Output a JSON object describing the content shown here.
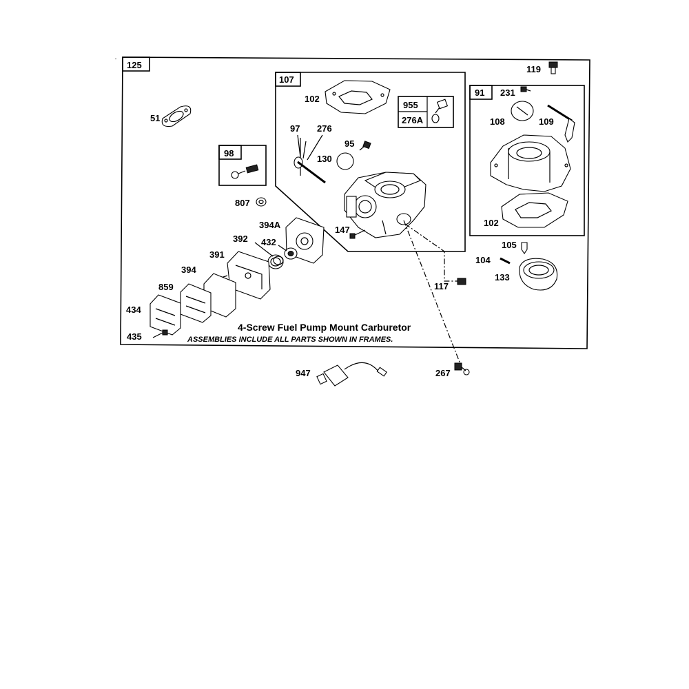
{
  "frames": {
    "outer": "125",
    "carb_body": "107",
    "kit_955": "955",
    "kit_276a": "276A",
    "upper_body": "91",
    "kit_98": "98"
  },
  "labels": {
    "p119": "119",
    "p51": "51",
    "p102a": "102",
    "p97": "97",
    "p276": "276",
    "p95": "95",
    "p130": "130",
    "p231": "231",
    "p108": "108",
    "p109": "109",
    "p102b": "102",
    "p807": "807",
    "p394a": "394A",
    "p392": "392",
    "p432": "432",
    "p391": "391",
    "p147": "147",
    "p394": "394",
    "p859": "859",
    "p434": "434",
    "p435": "435",
    "p105": "105",
    "p104": "104",
    "p133": "133",
    "p117": "117",
    "p947": "947",
    "p267": "267"
  },
  "caption": {
    "title": "4-Screw Fuel Pump Mount Carburetor",
    "note": "ASSEMBLIES INCLUDE ALL PARTS SHOWN IN FRAMES."
  }
}
